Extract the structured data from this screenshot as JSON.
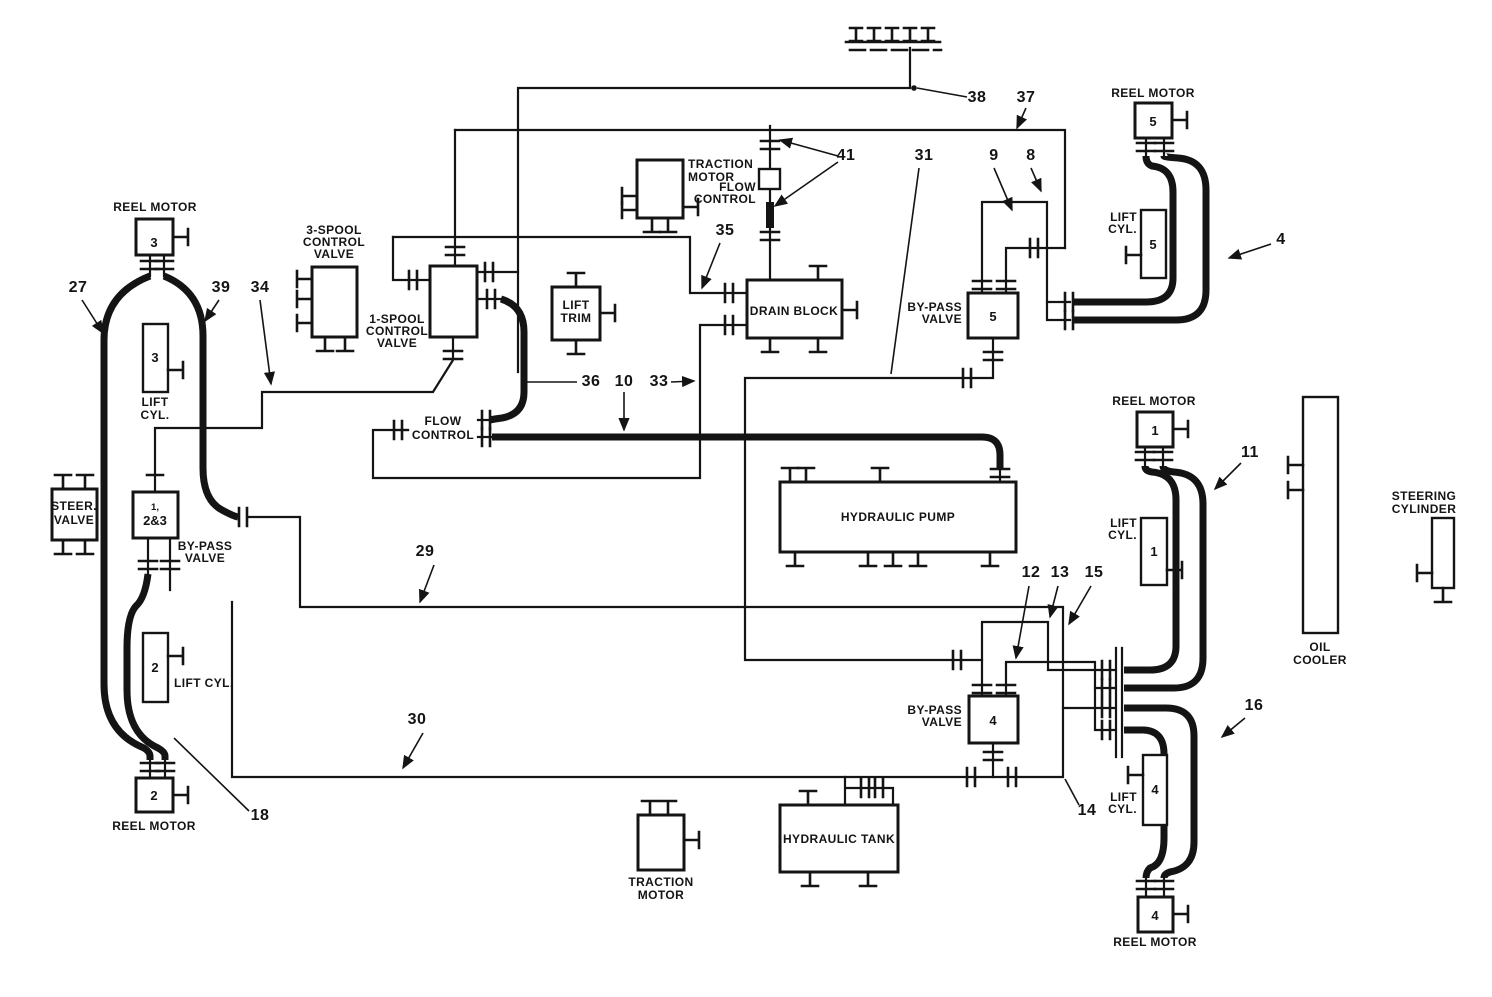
{
  "figure": {
    "kind": "hydraulic-schematic",
    "ink": "#141414",
    "bg": "#ffffff"
  },
  "components": {
    "reel_motor_3": {
      "caption": "REEL MOTOR",
      "value": "3"
    },
    "lift_cyl_3": {
      "caption_lines": [
        "LIFT",
        "CYL."
      ],
      "value": "3"
    },
    "steer_valve": {
      "label_lines": [
        "STEER.",
        "VALVE"
      ]
    },
    "bypass_valve_23": {
      "value_lines": [
        "1,",
        "2&3"
      ],
      "caption_lines": [
        "BY-PASS",
        "VALVE"
      ]
    },
    "lift_cyl_2": {
      "caption": "LIFT CYL.",
      "value": "2"
    },
    "reel_motor_2": {
      "caption": "REEL MOTOR",
      "value": "2"
    },
    "spool3_valve": {
      "caption_lines": [
        "3-SPOOL",
        "CONTROL",
        "VALVE"
      ]
    },
    "spool1_valve": {
      "caption_lines": [
        "1-SPOOL",
        "CONTROL",
        "VALVE"
      ]
    },
    "traction_motor_top": {
      "caption_lines": [
        "TRACTION",
        "MOTOR"
      ]
    },
    "flow_control_top": {
      "caption_lines": [
        "FLOW",
        "CONTROL"
      ]
    },
    "flow_control_mid": {
      "label_lines": [
        "FLOW",
        "CONTROL"
      ]
    },
    "lift_trim": {
      "label_lines": [
        "LIFT",
        "TRIM"
      ]
    },
    "drain_block": {
      "label": "DRAIN BLOCK"
    },
    "bypass_valve_5": {
      "caption_lines": [
        "BY-PASS",
        "VALVE"
      ],
      "value": "5"
    },
    "reel_motor_5": {
      "caption": "REEL MOTOR",
      "value": "5"
    },
    "lift_cyl_5": {
      "caption_lines": [
        "LIFT",
        "CYL."
      ],
      "value": "5"
    },
    "hydraulic_pump": {
      "label": "HYDRAULIC PUMP"
    },
    "reel_motor_1": {
      "caption": "REEL MOTOR",
      "value": "1"
    },
    "lift_cyl_1": {
      "caption_lines": [
        "LIFT",
        "CYL."
      ],
      "value": "1"
    },
    "oil_cooler": {
      "caption_lines": [
        "OIL",
        "COOLER"
      ]
    },
    "steering_cylinder": {
      "caption_lines": [
        "STEERING",
        "CYLINDER"
      ]
    },
    "bypass_valve_4": {
      "caption_lines": [
        "BY-PASS",
        "VALVE"
      ],
      "value": "4"
    },
    "hydraulic_tank": {
      "label": "HYDRAULIC TANK"
    },
    "traction_motor_bottom": {
      "caption_lines": [
        "TRACTION",
        "MOTOR"
      ]
    },
    "lift_cyl_4": {
      "caption_lines": [
        "LIFT",
        "CYL."
      ],
      "value": "4"
    },
    "reel_motor_4": {
      "caption": "REEL MOTOR",
      "value": "4"
    }
  },
  "ref_numbers": {
    "n4": "4",
    "n8": "8",
    "n9": "9",
    "n10": "10",
    "n11": "11",
    "n12": "12",
    "n13": "13",
    "n14": "14",
    "n15": "15",
    "n16": "16",
    "n18": "18",
    "n27": "27",
    "n29": "29",
    "n30": "30",
    "n31": "31",
    "n33": "33",
    "n34": "34",
    "n35": "35",
    "n36": "36",
    "n37": "37",
    "n38": "38",
    "n39": "39",
    "n41": "41"
  }
}
